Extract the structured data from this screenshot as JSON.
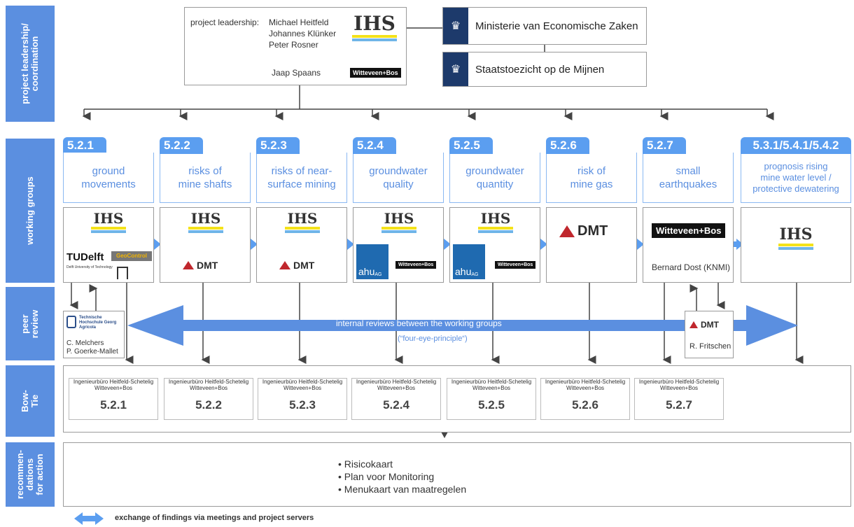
{
  "row_labels": {
    "leadership": "project leadership/\ncoordination",
    "working_groups": "working groups",
    "peer_review": "peer\nreview",
    "bowtie": "Bow-\nTie",
    "recommendations": "recommen-\ndations\nfor action"
  },
  "leadership": {
    "label": "project leadership:",
    "names": [
      "Michael Heitfeld",
      "Johannes Klünker",
      "Peter Rosner"
    ],
    "second_name": "Jaap Spaans",
    "ihs_text": "IHS",
    "wb_text": "Witteveen+Bos"
  },
  "ministries": [
    "Ministerie van Economische Zaken",
    "Staatstoezicht op de Mijnen"
  ],
  "working_groups": [
    {
      "code": "5.2.1",
      "title": "ground\nmovements"
    },
    {
      "code": "5.2.2",
      "title": "risks of\nmine shafts"
    },
    {
      "code": "5.2.3",
      "title": "risks of near-\nsurface mining"
    },
    {
      "code": "5.2.4",
      "title": "groundwater\nquality"
    },
    {
      "code": "5.2.5",
      "title": "groundwater\nquantity"
    },
    {
      "code": "5.2.6",
      "title": "risk of\nmine gas"
    },
    {
      "code": "5.2.7",
      "title": "small\nearthquakes"
    },
    {
      "code": "5.3.1/5.4.1/5.4.2",
      "title": "prognosis rising\nmine water level /\nprotective dewatering"
    }
  ],
  "logos": {
    "ihs": "IHS",
    "dmt": "DMT",
    "tudelft": "TUDelft",
    "tudelft_sub": "Delft University of Technology",
    "geocontrol": "GeoControl",
    "ahu": "ahu",
    "ahu_sup": "AG",
    "wb": "Witteveen+Bos",
    "bernard": "Bernard Dost (KNMI)"
  },
  "peer_review": {
    "left_logo": "Technische Hochschule Georg Agricola",
    "left_names": [
      "C. Melchers",
      "P. Goerke-Mallet"
    ],
    "arrow_text_1": "internal reviews between the working groups",
    "arrow_text_2": "(“four-eye-principle“)",
    "right_logo": "DMT",
    "right_name": "R. Fritschen"
  },
  "bowtie": {
    "line1": "Ingenieurbüro Heitfeld-Schetelig",
    "line2": "Witteveen+Bos",
    "items": [
      "5.2.1",
      "5.2.2",
      "5.2.3",
      "5.2.4",
      "5.2.5",
      "5.2.6",
      "5.2.7"
    ]
  },
  "recommendations": [
    "• Risicokaart",
    "• Plan voor Monitoring",
    "• Menukaart van maatregelen"
  ],
  "legend": "exchange of findings via meetings and project servers",
  "colors": {
    "blue": "#5b8fe0",
    "accent": "#5b9ef0",
    "dmt_red": "#c0272d"
  }
}
